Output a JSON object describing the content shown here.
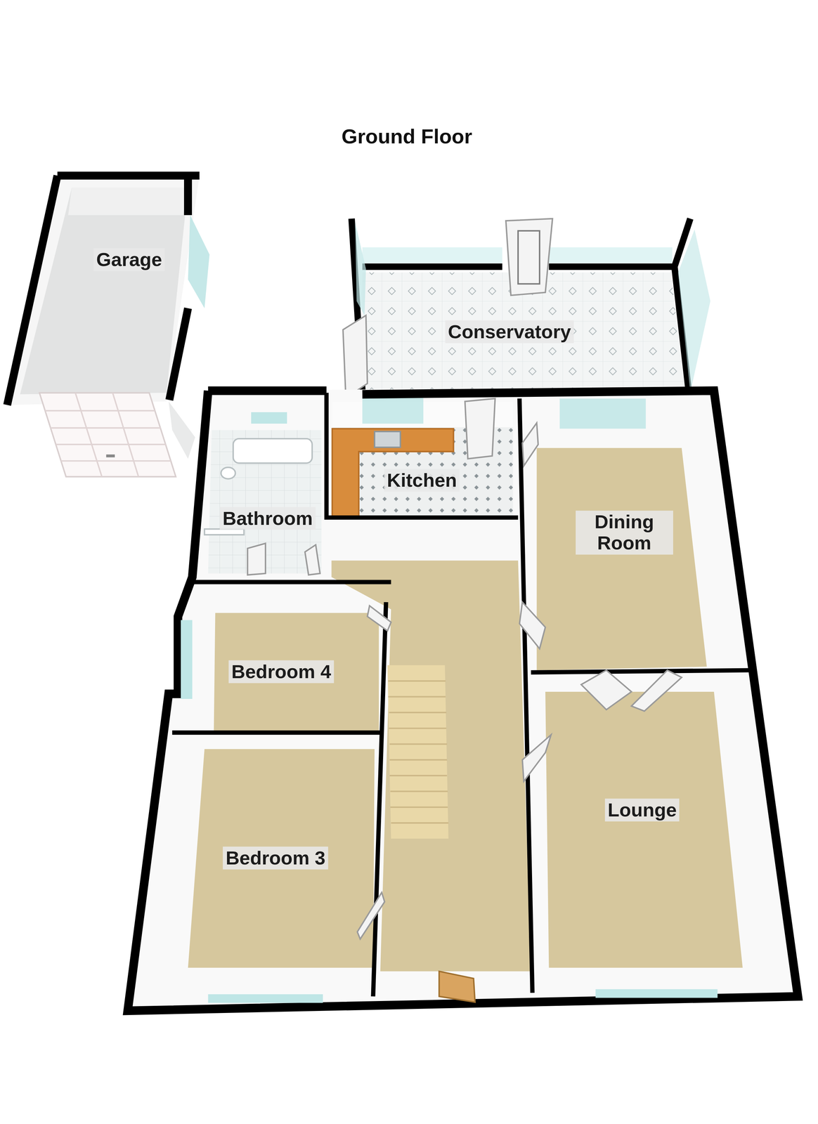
{
  "diagram": {
    "title": "Ground Floor",
    "nodes": [
      {
        "text": [
          "Garage"
        ]
      },
      {
        "text": [
          "Conservatory"
        ]
      },
      {
        "text": [
          "Kitchen"
        ]
      },
      {
        "text": [
          "Bathroom"
        ]
      },
      {
        "text": [
          "Dining Room"
        ]
      },
      {
        "text": [
          "Bedroom 4"
        ]
      },
      {
        "text": [
          "Lounge"
        ]
      },
      {
        "text": [
          "Bedroom 3"
        ]
      }
    ]
  }
}
